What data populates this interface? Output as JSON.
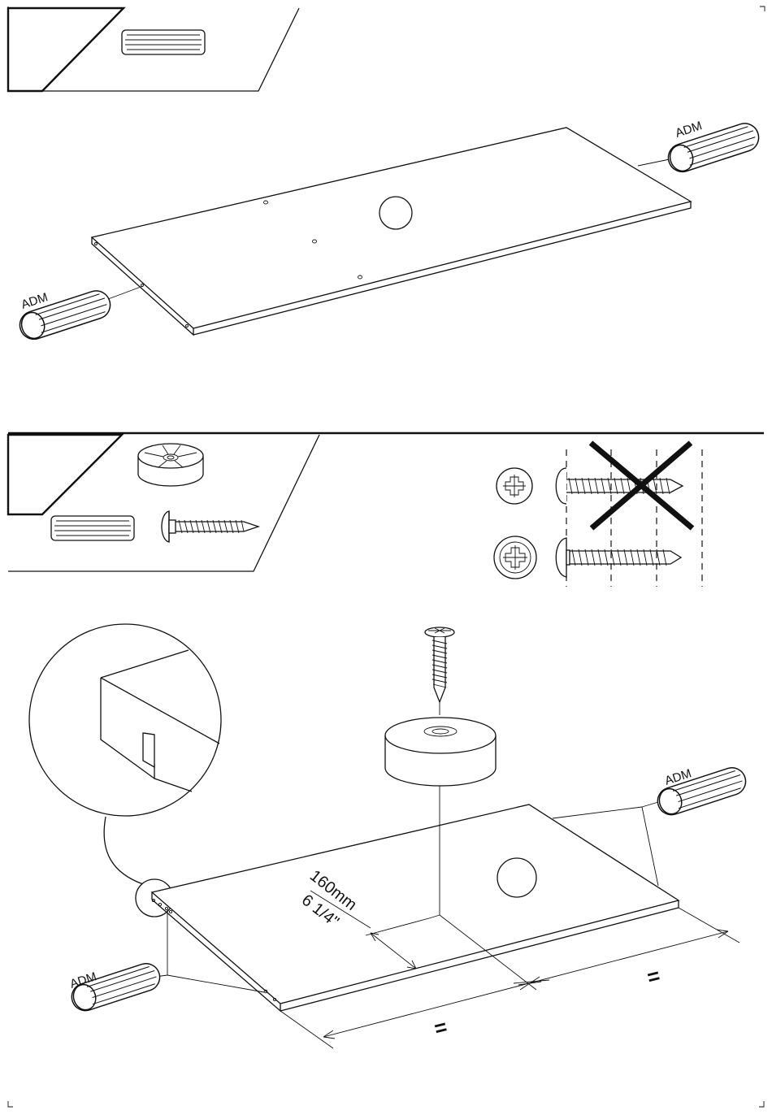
{
  "steps": [
    {
      "parts": [
        "dowel-icon"
      ],
      "panel": {
        "labels": {
          "left": "ADM",
          "right": "ADM"
        },
        "holes": 3,
        "center_hole": true
      }
    },
    {
      "parts": [
        "foot-pad-icon",
        "dowel-icon",
        "screw-icon"
      ],
      "screw_guide": {
        "rows": [
          {
            "head": "phillips-small-icon",
            "status": "wrong"
          },
          {
            "head": "phillips-large-icon",
            "status": "correct"
          }
        ]
      },
      "panel": {
        "labels": {
          "left": "ADM",
          "right": "ADM"
        },
        "dimension_mm": "160mm",
        "dimension_in": "6 1/4\"",
        "equal_left": "=",
        "equal_right": "="
      },
      "detail_circle": true
    }
  ]
}
